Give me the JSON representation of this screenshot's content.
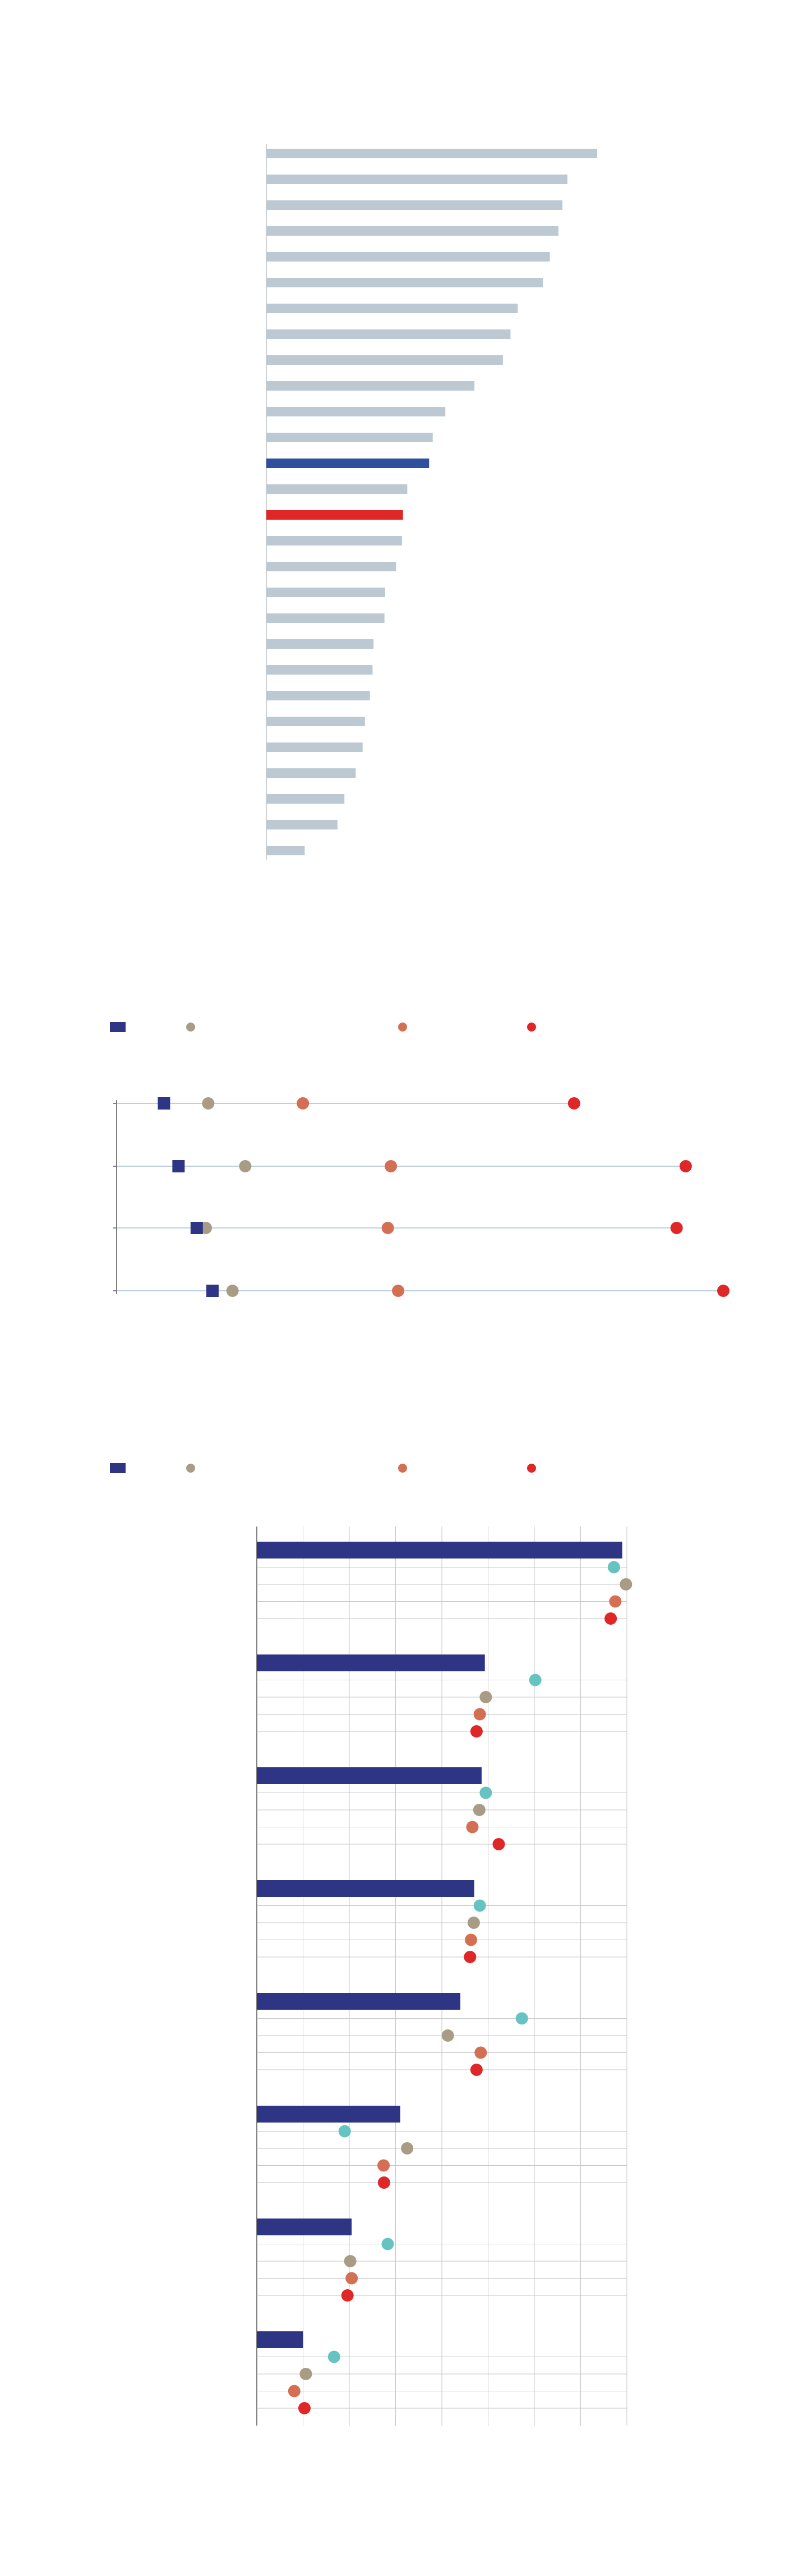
{
  "colors": {
    "bar_default": "#bcc9d3",
    "bar_highlight_blue": "#2e4f9e",
    "bar_highlight_red": "#e02727",
    "navy": "#2f3585",
    "tan": "#a89c85",
    "orange": "#d56f54",
    "red": "#e02727",
    "teal": "#67c2c2",
    "guide": "#bdd0e0",
    "grid": "#c6c6c6",
    "axis": "#555555"
  },
  "chart_data": [
    {
      "type": "bar",
      "orientation": "horizontal",
      "values": [
        100,
        91,
        89.5,
        88.3,
        85.7,
        83.6,
        76,
        73.8,
        71.5,
        62.9,
        54.1,
        50.3,
        49.2,
        42.6,
        41.3,
        41,
        39.2,
        35.9,
        35.7,
        32.4,
        32.1,
        31.3,
        29.8,
        29.1,
        27,
        23.6,
        21.5,
        11.6
      ],
      "highlight": [
        {
          "index": 12,
          "color": "bar_highlight_blue"
        },
        {
          "index": 14,
          "color": "bar_highlight_red"
        }
      ]
    },
    {
      "type": "scatter",
      "subtype": "dot-range",
      "legend": [
        {
          "marker": "square",
          "color": "navy"
        },
        {
          "marker": "circle",
          "color": "tan"
        },
        {
          "marker": "circle",
          "color": "orange"
        },
        {
          "marker": "circle",
          "color": "red"
        }
      ],
      "xlim": [
        0,
        100
      ],
      "rows": [
        {
          "navy": 7.8,
          "tan": 15.1,
          "orange": 30.7,
          "red": 75.4
        },
        {
          "navy": 10.2,
          "tan": 21.2,
          "orange": 45.2,
          "red": 93.8
        },
        {
          "navy": 13.2,
          "tan": 14.7,
          "orange": 44.7,
          "red": 92.3
        },
        {
          "navy": 15.8,
          "tan": 19.1,
          "orange": 46.4,
          "red": 100
        }
      ]
    },
    {
      "type": "bar",
      "subtype": "bar-with-dots",
      "legend": [
        {
          "marker": "square",
          "color": "navy"
        },
        {
          "marker": "circle",
          "color": "tan"
        },
        {
          "marker": "circle",
          "color": "orange"
        },
        {
          "marker": "circle",
          "color": "red"
        }
      ],
      "xlim": [
        0,
        80
      ],
      "x_grid_step": 10,
      "groups": [
        {
          "bar": 79,
          "teal": 77.2,
          "tan": 79.8,
          "orange": 77.5,
          "red": 76.5
        },
        {
          "bar": 49.3,
          "teal": 60.2,
          "tan": 49.5,
          "orange": 48.2,
          "red": 47.5
        },
        {
          "bar": 48.6,
          "teal": 49.5,
          "tan": 48.1,
          "orange": 46.6,
          "red": 52.3
        },
        {
          "bar": 47,
          "teal": 48.2,
          "tan": 46.9,
          "orange": 46.3,
          "red": 46.1
        },
        {
          "bar": 44,
          "teal": 57.3,
          "tan": 41.3,
          "orange": 48.4,
          "red": 47.5
        },
        {
          "bar": 31,
          "teal": 19,
          "tan": 32.5,
          "orange": 27.4,
          "red": 27.5
        },
        {
          "bar": 20.5,
          "teal": 28.3,
          "tan": 20.2,
          "orange": 20.5,
          "red": 19.6
        },
        {
          "bar": 10,
          "teal": 16.7,
          "tan": 10.6,
          "orange": 8.1,
          "red": 10.3
        }
      ]
    }
  ]
}
